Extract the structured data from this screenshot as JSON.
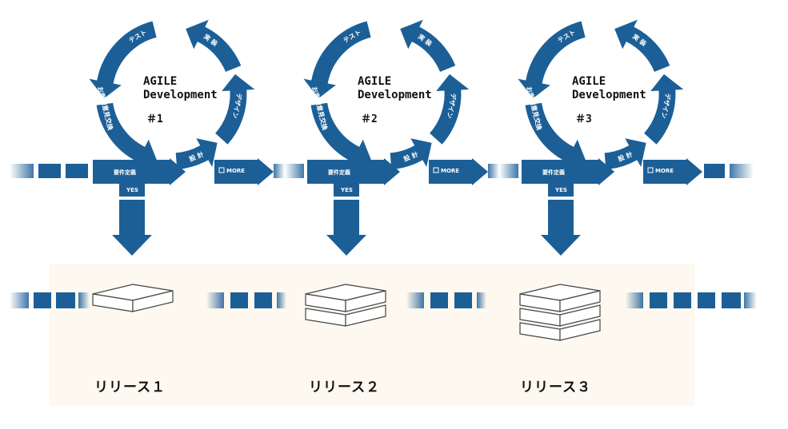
{
  "colors": {
    "primary": "#1c5f97",
    "panel": "#fdf8f0",
    "outline": "#444444"
  },
  "cycles": [
    {
      "title_line1": "AGILE",
      "title_line2": "Development",
      "number": "＃1",
      "arc_labels": {
        "test": "テスト",
        "implement": "実 装",
        "design": "デザイン",
        "plan": "設 計",
        "exchange": "お客様意見交換"
      },
      "requirements": "要件定義",
      "more": "MORE",
      "yes": "YES"
    },
    {
      "title_line1": "AGILE",
      "title_line2": "Development",
      "number": "＃2",
      "arc_labels": {
        "test": "テスト",
        "implement": "実 装",
        "design": "デザイン",
        "plan": "設 計",
        "exchange": "お客様意見交換"
      },
      "requirements": "要件定義",
      "more": "MORE",
      "yes": "YES"
    },
    {
      "title_line1": "AGILE",
      "title_line2": "Development",
      "number": "＃3",
      "arc_labels": {
        "test": "テスト",
        "implement": "実 装",
        "design": "デザイン",
        "plan": "設 計",
        "exchange": "お客様意見交換"
      },
      "requirements": "要件定義",
      "more": "MORE",
      "yes": "YES"
    }
  ],
  "releases": [
    {
      "label": "リリース１",
      "layers": 1
    },
    {
      "label": "リリース２",
      "layers": 2
    },
    {
      "label": "リリース３",
      "layers": 3
    }
  ]
}
